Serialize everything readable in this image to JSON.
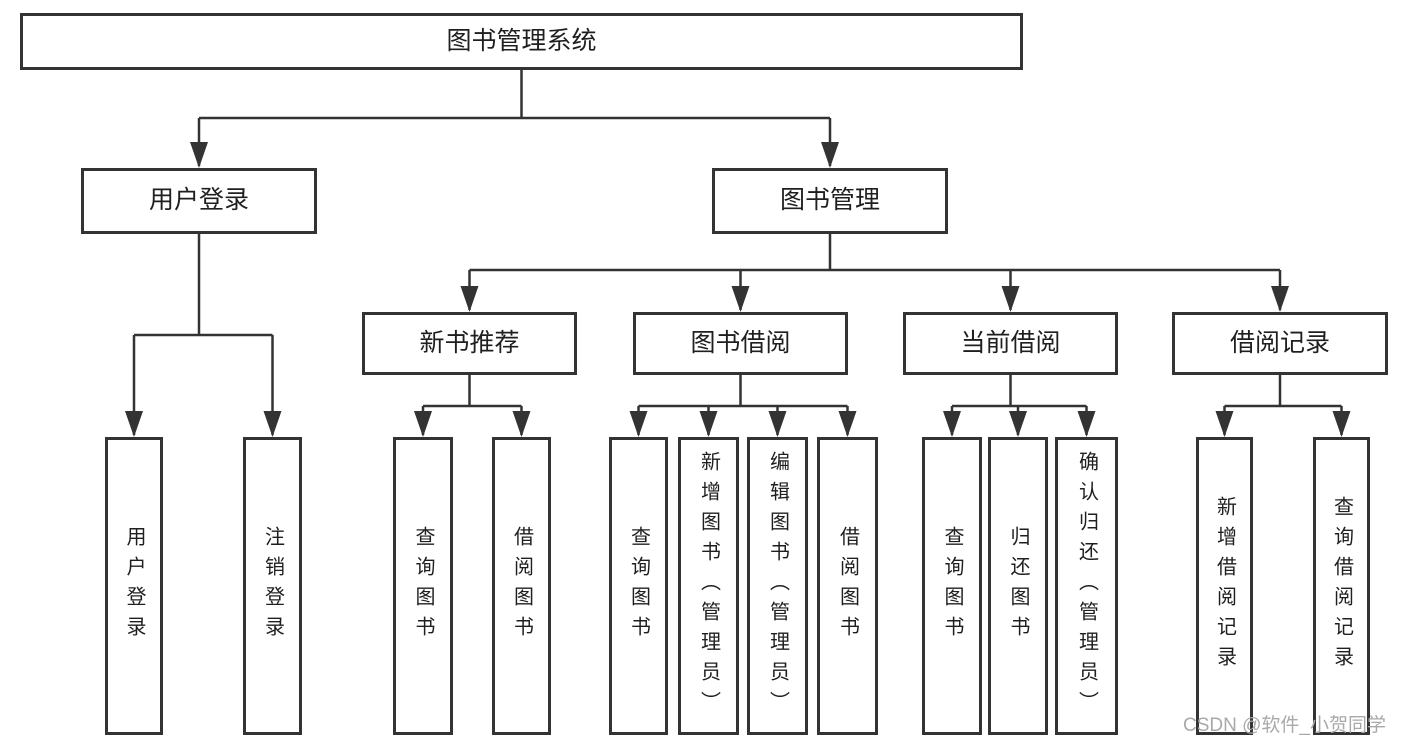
{
  "diagram": {
    "type": "hierarchy-tree",
    "nodes": {
      "root": "图书管理系统",
      "user_login": "用户登录",
      "book_mgmt": "图书管理",
      "new_book_rec": "新书推荐",
      "book_borrow": "图书借阅",
      "current_borrow": "当前借阅",
      "borrow_records": "借阅记录",
      "leaves": [
        "用户登录",
        "注销登录",
        "查询图书",
        "借阅图书",
        "查询图书",
        "新增图书（管理员）",
        "编辑图书（管理员）",
        "借阅图书",
        "查询图书",
        "归还图书",
        "确认归还（管理员）",
        "新增借阅记录",
        "查询借阅记录"
      ]
    },
    "edges": [
      [
        "图书管理系统",
        "用户登录"
      ],
      [
        "图书管理系统",
        "图书管理"
      ],
      [
        "用户登录",
        "用户登录"
      ],
      [
        "用户登录",
        "注销登录"
      ],
      [
        "图书管理",
        "新书推荐"
      ],
      [
        "图书管理",
        "图书借阅"
      ],
      [
        "图书管理",
        "当前借阅"
      ],
      [
        "图书管理",
        "借阅记录"
      ],
      [
        "新书推荐",
        "查询图书"
      ],
      [
        "新书推荐",
        "借阅图书"
      ],
      [
        "图书借阅",
        "查询图书"
      ],
      [
        "图书借阅",
        "新增图书（管理员）"
      ],
      [
        "图书借阅",
        "编辑图书（管理员）"
      ],
      [
        "图书借阅",
        "借阅图书"
      ],
      [
        "当前借阅",
        "查询图书"
      ],
      [
        "当前借阅",
        "归还图书"
      ],
      [
        "当前借阅",
        "确认归还（管理员）"
      ],
      [
        "借阅记录",
        "新增借阅记录"
      ],
      [
        "借阅记录",
        "查询借阅记录"
      ]
    ],
    "colors": {
      "line": "#333333",
      "box_border": "#333333",
      "box_fill": "#ffffff",
      "text": "#1f1f1f",
      "watermark_text": "#a9a9a9",
      "background": "#ffffff"
    }
  },
  "watermark": "CSDN @软件_小贺同学"
}
